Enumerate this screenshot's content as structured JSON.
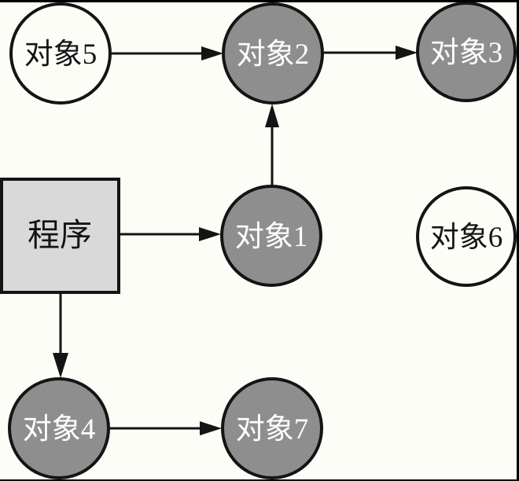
{
  "diagram": {
    "background_color": "#fdfdf8",
    "frame_color": "#000000",
    "node_styles": {
      "outline_color": "#141414",
      "reachable_fill": "#8e8e8e",
      "reachable_text_color": "#ffffff",
      "unreachable_fill": "#fdfdf8",
      "unreachable_text_color": "#141414",
      "program_fill": "#d9d9d9",
      "program_text_color": "#141414",
      "arrow_color": "#141414"
    },
    "nodes": [
      {
        "id": "object-5",
        "label": "对象5",
        "shape": "circle",
        "style": "unreachable"
      },
      {
        "id": "object-2",
        "label": "对象2",
        "shape": "circle",
        "style": "reachable"
      },
      {
        "id": "object-3",
        "label": "对象3",
        "shape": "circle",
        "style": "reachable"
      },
      {
        "id": "program",
        "label": "程序",
        "shape": "square",
        "style": "program"
      },
      {
        "id": "object-1",
        "label": "对象1",
        "shape": "circle",
        "style": "reachable"
      },
      {
        "id": "object-6",
        "label": "对象6",
        "shape": "circle",
        "style": "unreachable"
      },
      {
        "id": "object-4",
        "label": "对象4",
        "shape": "circle",
        "style": "reachable"
      },
      {
        "id": "object-7",
        "label": "对象7",
        "shape": "circle",
        "style": "reachable"
      }
    ],
    "edges": [
      {
        "from": "对象5",
        "to": "对象2"
      },
      {
        "from": "对象2",
        "to": "对象3"
      },
      {
        "from": "对象1",
        "to": "对象2"
      },
      {
        "from": "程序",
        "to": "对象1"
      },
      {
        "from": "程序",
        "to": "对象4"
      },
      {
        "from": "对象4",
        "to": "对象7"
      }
    ]
  }
}
